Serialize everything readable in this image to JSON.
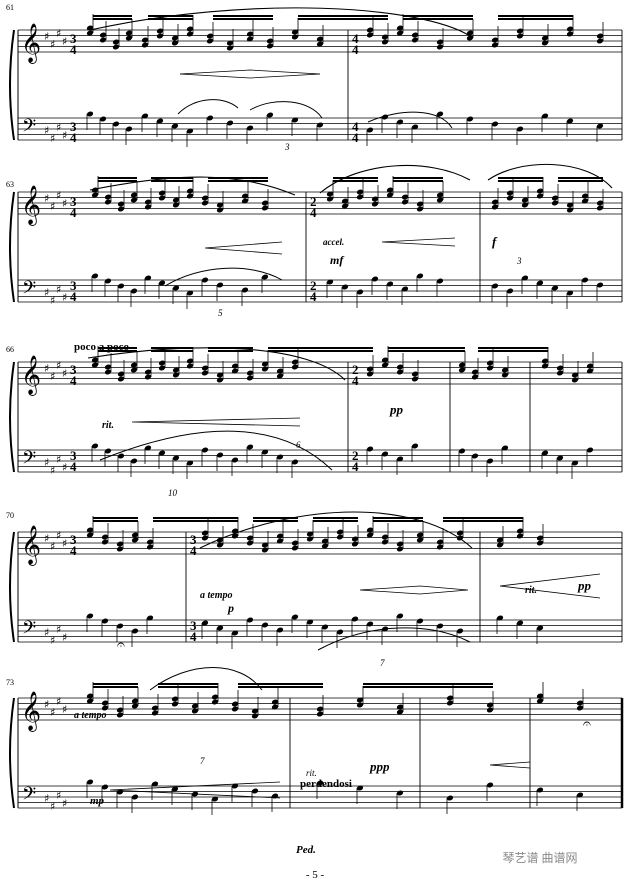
{
  "page": {
    "number": "- 5 -",
    "watermark": "琴艺谱 曲谱网"
  },
  "systems": [
    {
      "id": "s1",
      "measure_numbers": [
        "61"
      ],
      "time_sigs": [
        "3/4",
        "4/4"
      ],
      "markings": [],
      "tuplets": [
        "3"
      ]
    },
    {
      "id": "s2",
      "measure_numbers": [
        "63"
      ],
      "time_sigs": [
        "3/4",
        "2/4"
      ],
      "markings": [
        "accel.",
        "mf",
        "f"
      ],
      "tuplets": [
        "5",
        "3"
      ]
    },
    {
      "id": "s3",
      "measure_numbers": [
        "66"
      ],
      "time_sigs": [
        "3/4",
        "2/4"
      ],
      "markings": [
        "poco a poco",
        "rit.",
        "pp"
      ],
      "tuplets": [
        "10",
        "6"
      ]
    },
    {
      "id": "s4",
      "measure_numbers": [
        "70"
      ],
      "time_sigs": [
        "3/4"
      ],
      "markings": [
        "a tempo",
        "p",
        "rit.",
        "pp"
      ],
      "tuplets": [
        "7"
      ]
    },
    {
      "id": "s5",
      "measure_numbers": [
        "73"
      ],
      "time_sigs": [],
      "markings": [
        "a tempo",
        "mp",
        "rit.",
        "perdendosi",
        "ppp"
      ],
      "tuplets": [
        "7"
      ],
      "pedal": "Ped."
    }
  ]
}
